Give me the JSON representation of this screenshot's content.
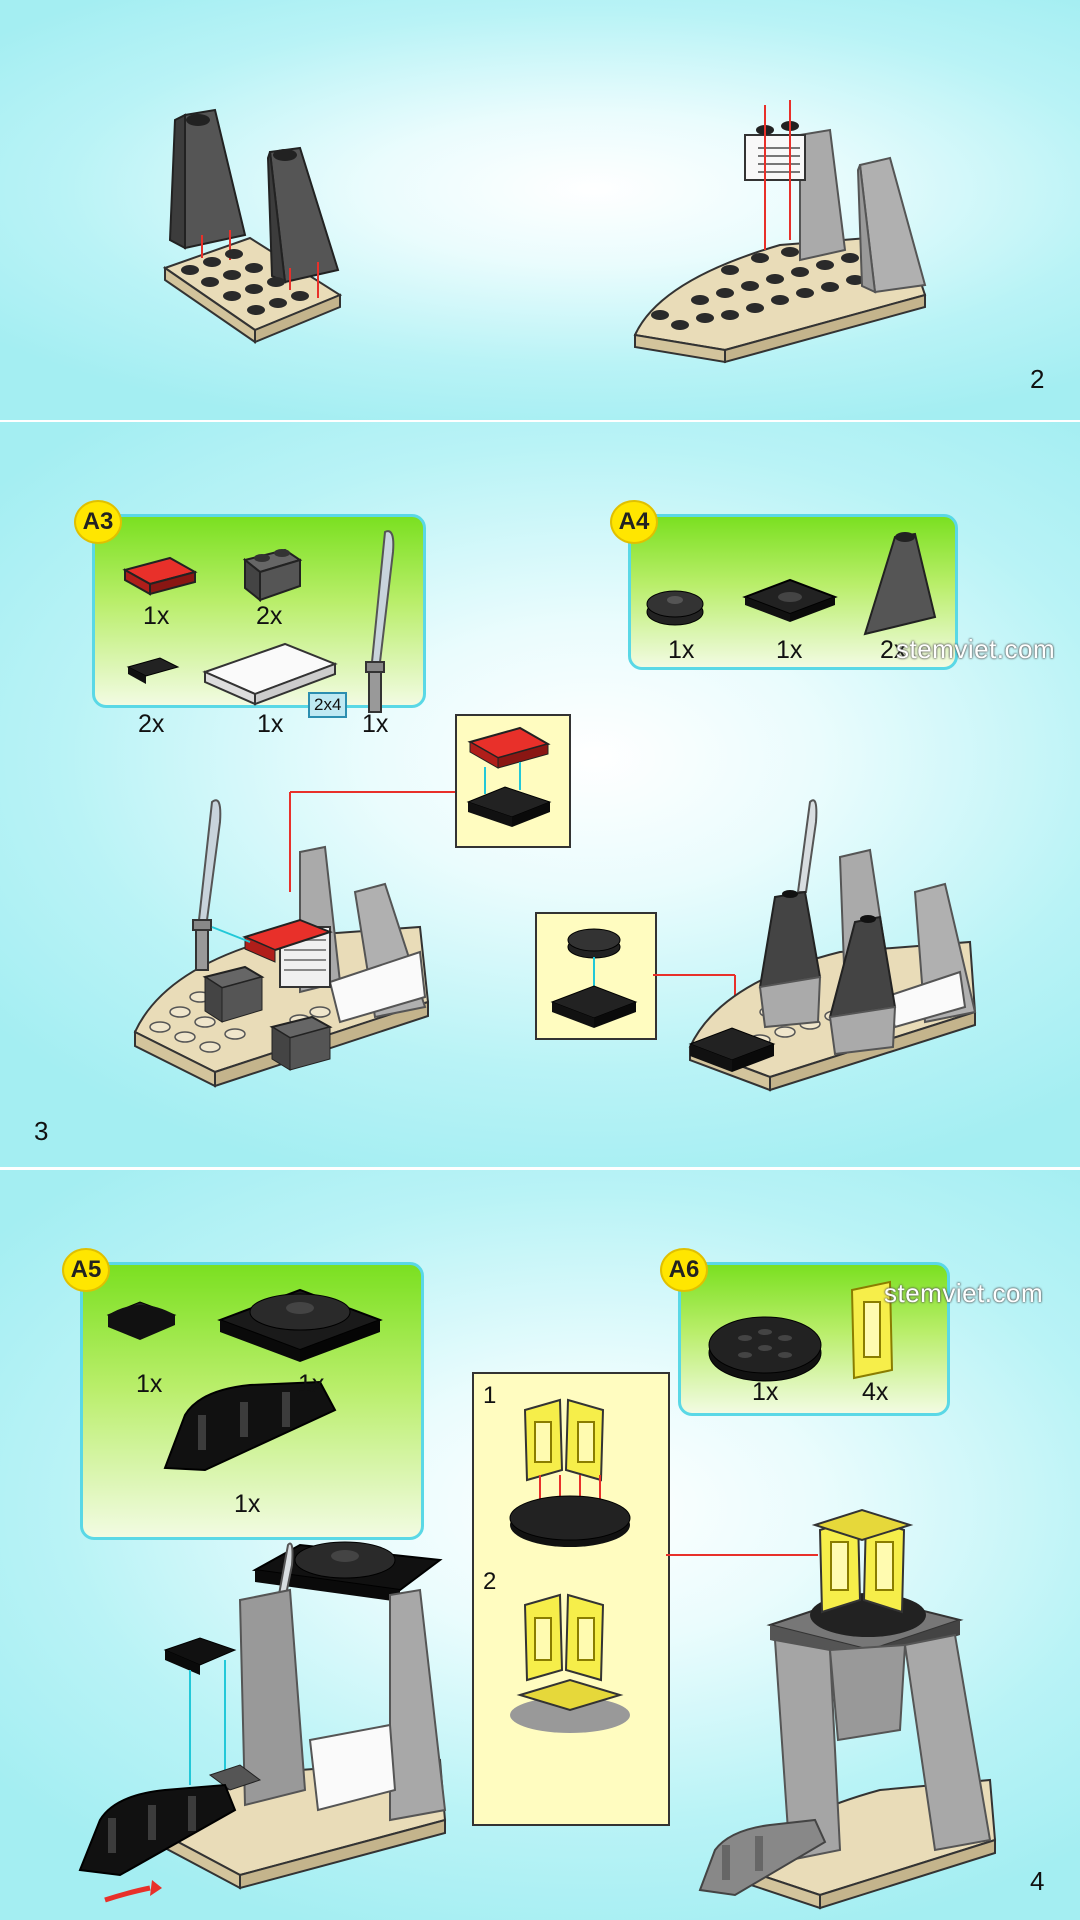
{
  "page_numbers": {
    "step2": "2",
    "step3": "3",
    "step4": "4"
  },
  "callouts": {
    "A3": {
      "badge": "A3",
      "qtys": [
        "1x",
        "2x",
        "2x",
        "1x",
        "1x"
      ],
      "size_tag": "2x4"
    },
    "A4": {
      "badge": "A4",
      "qtys": [
        "1x",
        "1x",
        "2x"
      ]
    },
    "A5": {
      "badge": "A5",
      "qtys": [
        "1x",
        "1x",
        "1x"
      ]
    },
    "A6": {
      "badge": "A6",
      "qtys": [
        "1x",
        "4x"
      ]
    }
  },
  "substeps": [
    "1",
    "2"
  ],
  "watermark": "stemviet.com",
  "colors": {
    "callout_green": "#7be021",
    "callout_border": "#5ad8e6",
    "badge_yellow": "#ffe600",
    "arrow_red": "#e8302a",
    "subbox": "#fffcc0"
  }
}
